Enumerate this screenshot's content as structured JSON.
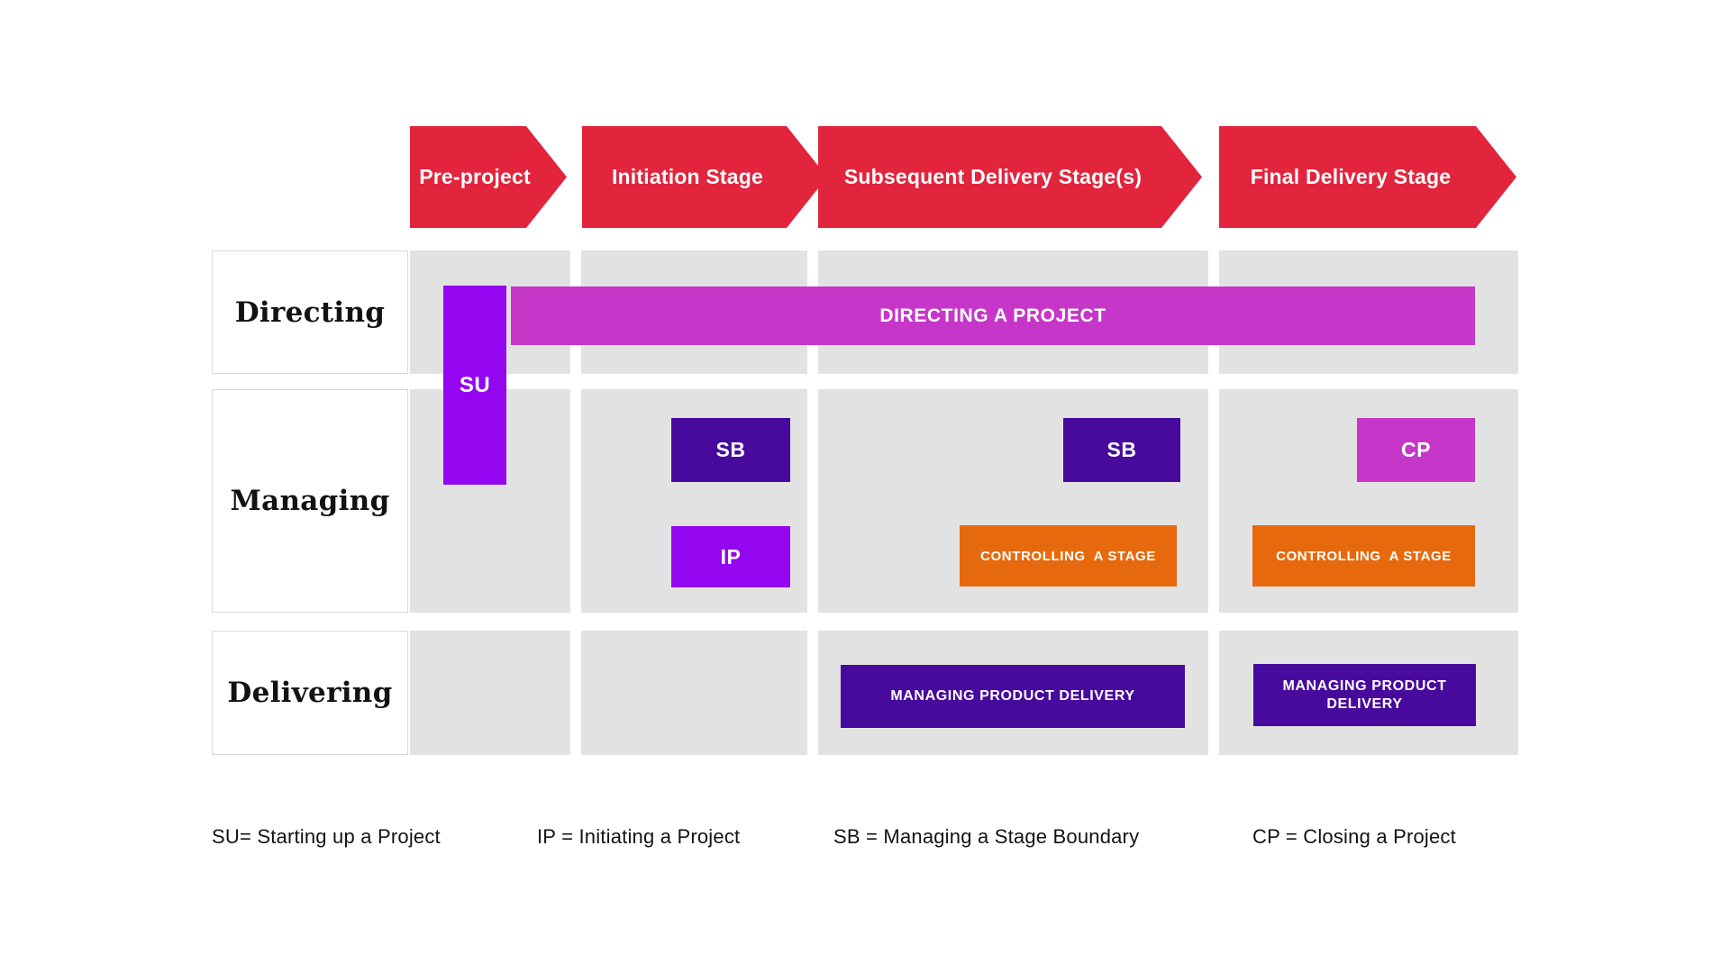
{
  "colors": {
    "stage_red": "#E2243D",
    "magenta": "#C636C9",
    "violet": "#9406F0",
    "indigo": "#470A9C",
    "orange": "#E7690E",
    "band_gray": "#E3E2E2"
  },
  "stages": [
    {
      "label": "Pre-project"
    },
    {
      "label": "Initiation Stage"
    },
    {
      "label": "Subsequent Delivery Stage(s)"
    },
    {
      "label": "Final Delivery Stage"
    }
  ],
  "rows": [
    {
      "label": "Directing"
    },
    {
      "label": "Managing"
    },
    {
      "label": "Delivering"
    }
  ],
  "processes": {
    "su": {
      "label": "SU"
    },
    "directing_a_project": {
      "label": "DIRECTING A PROJECT"
    },
    "sb_initiation": {
      "label": "SB"
    },
    "ip": {
      "label": "IP"
    },
    "sb_subsequent": {
      "label": "SB"
    },
    "controlling_a_stage_subsequent": {
      "label": "CONTROLLING  A STAGE"
    },
    "cp": {
      "label": "CP"
    },
    "controlling_a_stage_final": {
      "label": "CONTROLLING  A STAGE"
    },
    "managing_product_delivery_subsequent": {
      "label": "MANAGING PRODUCT DELIVERY"
    },
    "managing_product_delivery_final": {
      "label": "MANAGING PRODUCT DELIVERY"
    }
  },
  "legend": [
    {
      "text": "SU= Starting up a Project"
    },
    {
      "text": "IP = Initiating a Project"
    },
    {
      "text": "SB = Managing a Stage Boundary"
    },
    {
      "text": "CP = Closing a Project"
    }
  ]
}
